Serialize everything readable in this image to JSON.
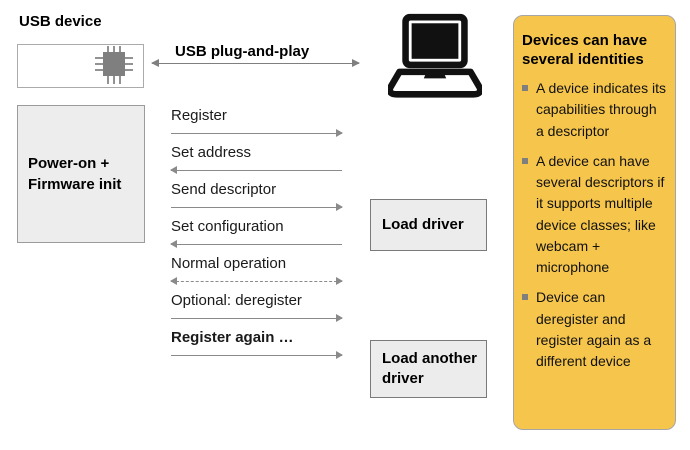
{
  "header": {
    "usb_device_label": "USB device",
    "plug_and_play_label": "USB plug-and-play"
  },
  "boxes": {
    "power_on": "Power-on + Firmware init",
    "load_driver": "Load driver",
    "load_another_driver": "Load another driver"
  },
  "messages": [
    {
      "label": "Register",
      "direction": "right",
      "style": "solid",
      "bold": false
    },
    {
      "label": "Set address",
      "direction": "left",
      "style": "solid",
      "bold": false
    },
    {
      "label": "Send descriptor",
      "direction": "right",
      "style": "solid",
      "bold": false
    },
    {
      "label": "Set configuration",
      "direction": "left",
      "style": "solid",
      "bold": false
    },
    {
      "label": "Normal operation",
      "direction": "both",
      "style": "dashed",
      "bold": false
    },
    {
      "label": "Optional: deregister",
      "direction": "right",
      "style": "solid",
      "bold": false
    },
    {
      "label": "Register again …",
      "direction": "right",
      "style": "solid",
      "bold": true
    }
  ],
  "panel": {
    "title": "Devices can have several identities",
    "bullets": [
      "A device indicates its capabilities through a descriptor",
      "A device can have several descriptors if it supports multiple device classes; like webcam + microphone",
      "Device can deregister and register again as a different device"
    ]
  },
  "icons": {
    "laptop": "laptop-icon",
    "chip": "chip-icon"
  },
  "colors": {
    "panel_background": "#F6C54C",
    "panel_border": "#A6A6A6",
    "box_fill": "#ECECEC",
    "box_border": "#7A7A7A",
    "arrow": "#8A8A8A",
    "chip": "#7F7F7F",
    "icon_black": "#111111"
  }
}
